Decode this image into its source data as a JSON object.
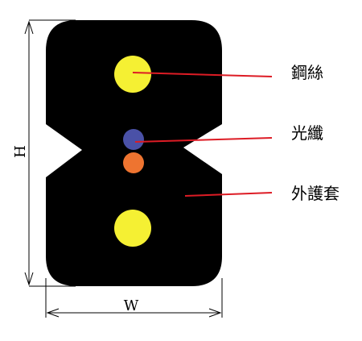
{
  "labels": {
    "steel_wire": "鋼絲",
    "optical_fiber": "光纖",
    "outer_jacket": "外護套"
  },
  "dimensions": {
    "height": "H",
    "width": "W"
  },
  "colors": {
    "jacket": "#000000",
    "steel_wire": "#f5f033",
    "fiber_blue": "#4a51a7",
    "fiber_orange": "#ee7430",
    "leader_line": "#dd1c25",
    "dimension_line": "#000000"
  }
}
